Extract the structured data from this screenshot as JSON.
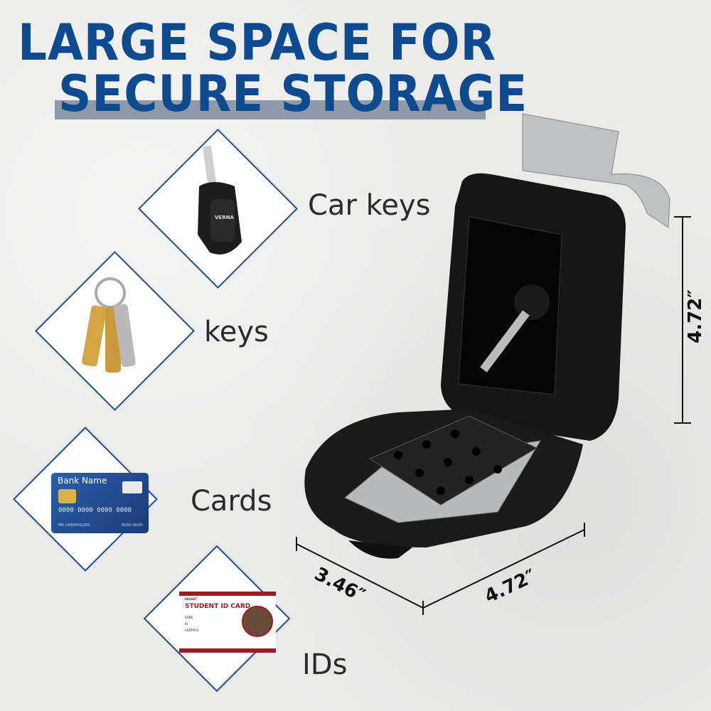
{
  "headline": {
    "line1": "LARGE SPACE FOR",
    "line2": "SECURE STORAGE",
    "color": "#0d4a8f"
  },
  "items": [
    {
      "label": "Car keys",
      "icon": "car-key-fob-icon",
      "fob_text": "VERNA"
    },
    {
      "label": "keys",
      "icon": "key-ring-icon"
    },
    {
      "label": "Cards",
      "icon": "bank-card-icon",
      "card": {
        "bank": "Bank Name",
        "number": "0000 0000 0000 0000",
        "holder": "MR CARDHOLDER",
        "expiry": "00/00 00/00"
      }
    },
    {
      "label": "IDs",
      "icon": "id-card-icon",
      "card": {
        "brand": "FAUGET",
        "title": "STUDENT ID CARD",
        "fields": [
          "NAME",
          "ID",
          "ADDRESS"
        ]
      }
    }
  ],
  "dimensions": {
    "height": "4.72″",
    "depth": "3.46″",
    "width": "4.72″"
  }
}
